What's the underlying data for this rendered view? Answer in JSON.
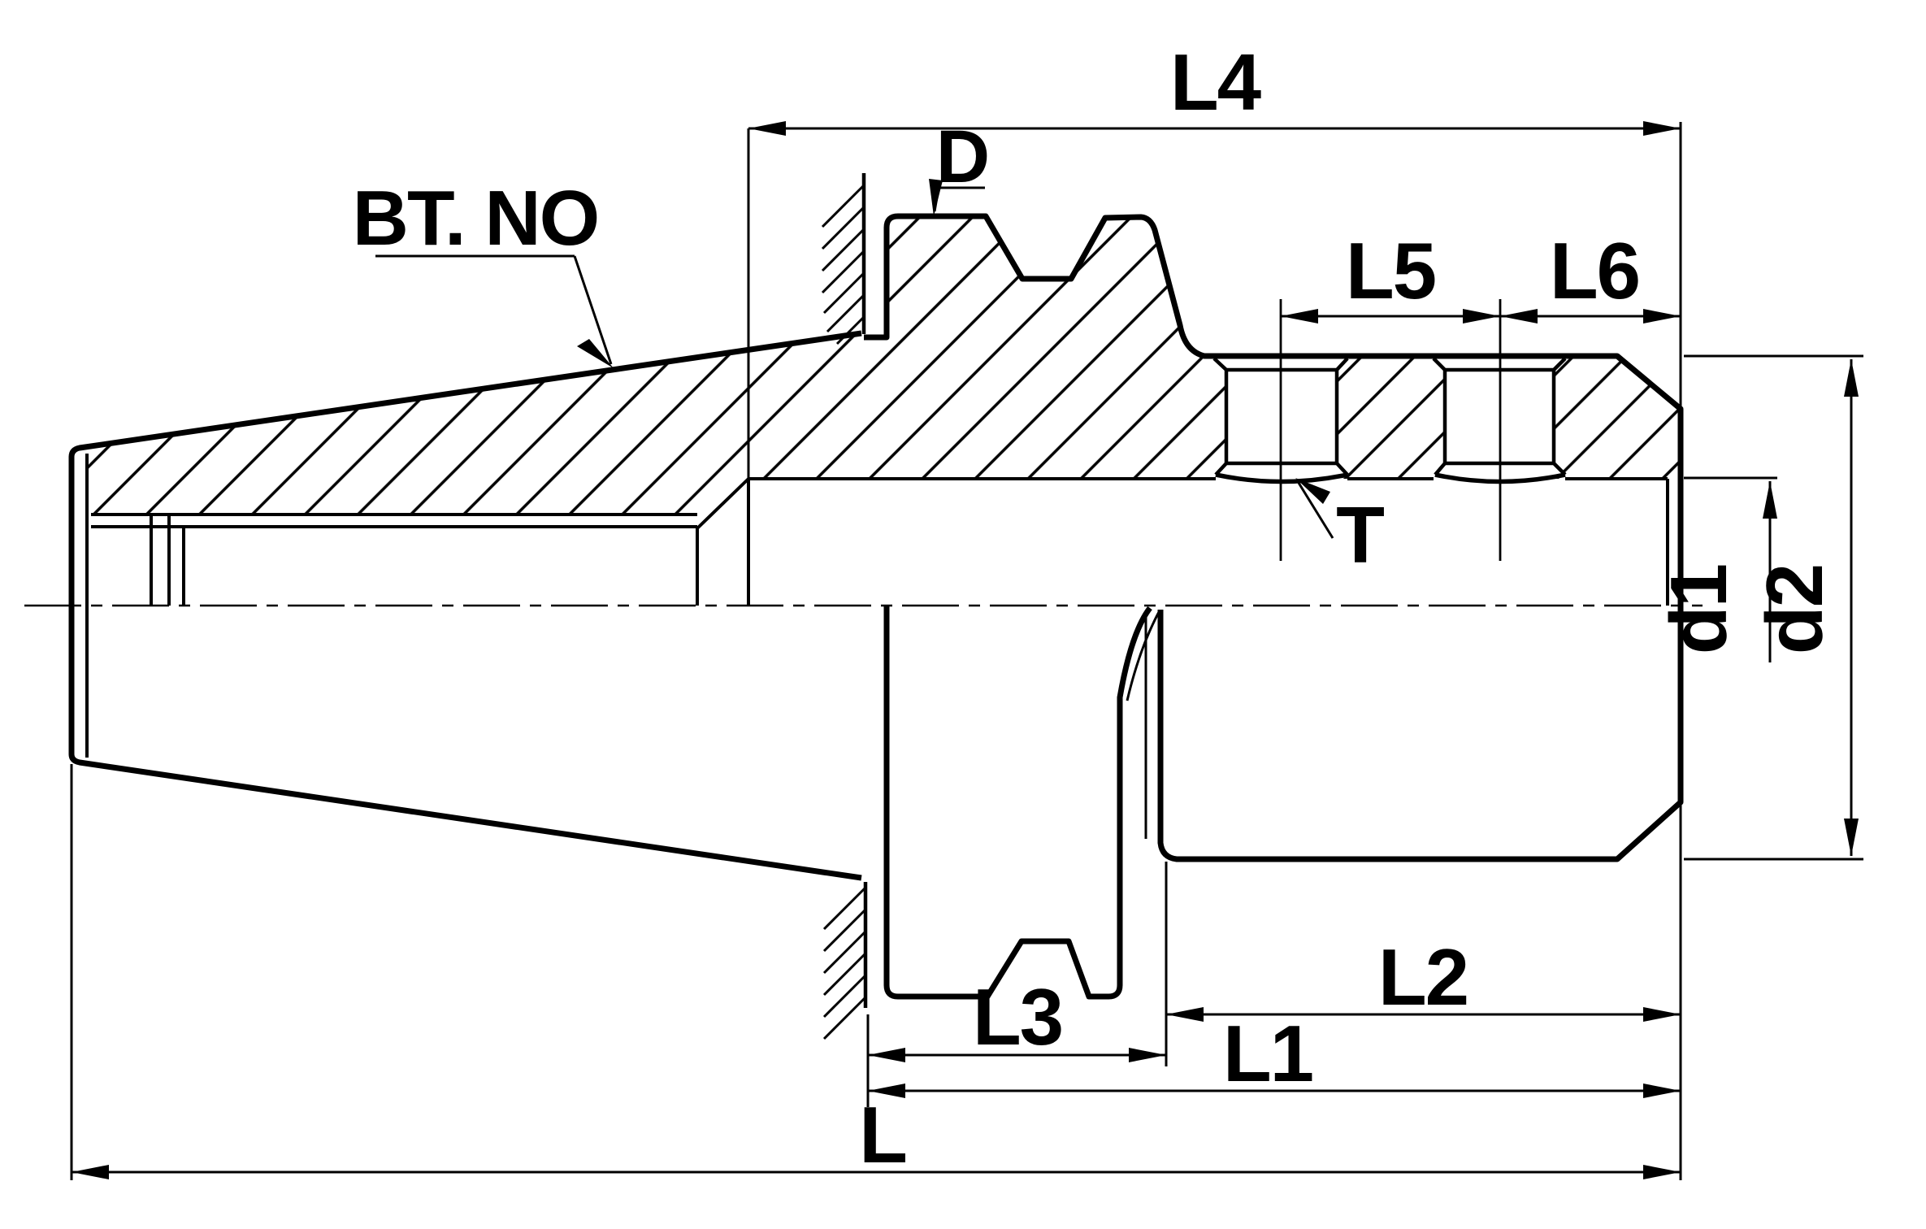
{
  "drawing": {
    "type": "engineering-drawing",
    "subject": "BT taper side-lock tool holder, half-section side view",
    "colors": {
      "line": "#000000",
      "background": "#ffffff"
    },
    "labels": {
      "shank_series": "BT. NO",
      "flange_diameter": "D",
      "locking_thread": "T",
      "overall_length": "L",
      "gauge_to_nose_length": "L1",
      "body_cylinder_length": "L2",
      "collar_length": "L3",
      "gauge_line_to_nose": "L4",
      "screw_spacing": "L5",
      "front_screw_to_nose": "L6",
      "pilot_diameter": "d1",
      "body_diameter": "d2"
    },
    "dimension_lines": [
      {
        "label": "L4",
        "orientation": "horizontal",
        "position": "top"
      },
      {
        "label": "L5",
        "orientation": "horizontal",
        "position": "top"
      },
      {
        "label": "L6",
        "orientation": "horizontal",
        "position": "top"
      },
      {
        "label": "L3",
        "orientation": "horizontal",
        "position": "bottom"
      },
      {
        "label": "L2",
        "orientation": "horizontal",
        "position": "bottom"
      },
      {
        "label": "L1",
        "orientation": "horizontal",
        "position": "bottom"
      },
      {
        "label": "L",
        "orientation": "horizontal",
        "position": "bottom"
      },
      {
        "label": "d1",
        "orientation": "vertical",
        "position": "right"
      },
      {
        "label": "d2",
        "orientation": "vertical",
        "position": "right"
      },
      {
        "label": "D",
        "orientation": "leader",
        "position": "flange-top"
      },
      {
        "label": "T",
        "orientation": "leader",
        "position": "screw-hole"
      },
      {
        "label": "BT. NO",
        "orientation": "leader",
        "position": "taper"
      }
    ]
  }
}
